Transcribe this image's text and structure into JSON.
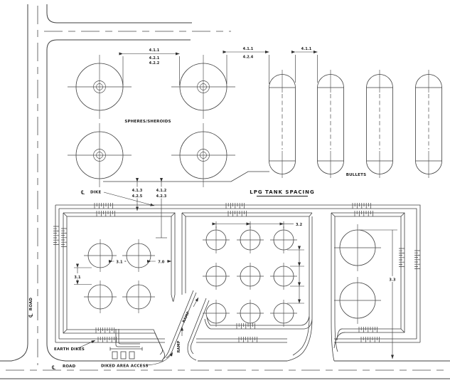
{
  "title": "LPG TANK SPACING",
  "labels": {
    "spheres_area": "SPHERES/SHEROIDS",
    "bullets_area": "BULLETS",
    "dike_callout": "DIKE",
    "earth_dikes": "EARTH DIKES",
    "diked_area_access": "DIKED AREA ACCESS",
    "road_bottom": "ROAD",
    "road_left": "ROAD",
    "ramp_lower": "RAMP",
    "ramp_upper": "RAMP",
    "centerline": "℄"
  },
  "dims": {
    "sphere_sphere": [
      "4.1.1",
      "4.2.1",
      "4.2.2"
    ],
    "sphere_bullet": [
      "4.1.1",
      "4.2.4"
    ],
    "bullet_bullet": "4.1.1",
    "sphere_dike_top": [
      "4.1.3",
      "4.2.5"
    ],
    "sphere_dike_inner": [
      "4.1.2",
      "4.2.3"
    ],
    "tank_gap_h_left": "3.1",
    "tank_gap_v_left": "3.1",
    "tank_to_dike_left": "7.0",
    "tank_gap_middle": "3.2",
    "tank_to_road_right": "3.3"
  },
  "colors": {
    "line": "#3f3f3f",
    "text": "#1c1c1c",
    "background": "#ffffff"
  }
}
